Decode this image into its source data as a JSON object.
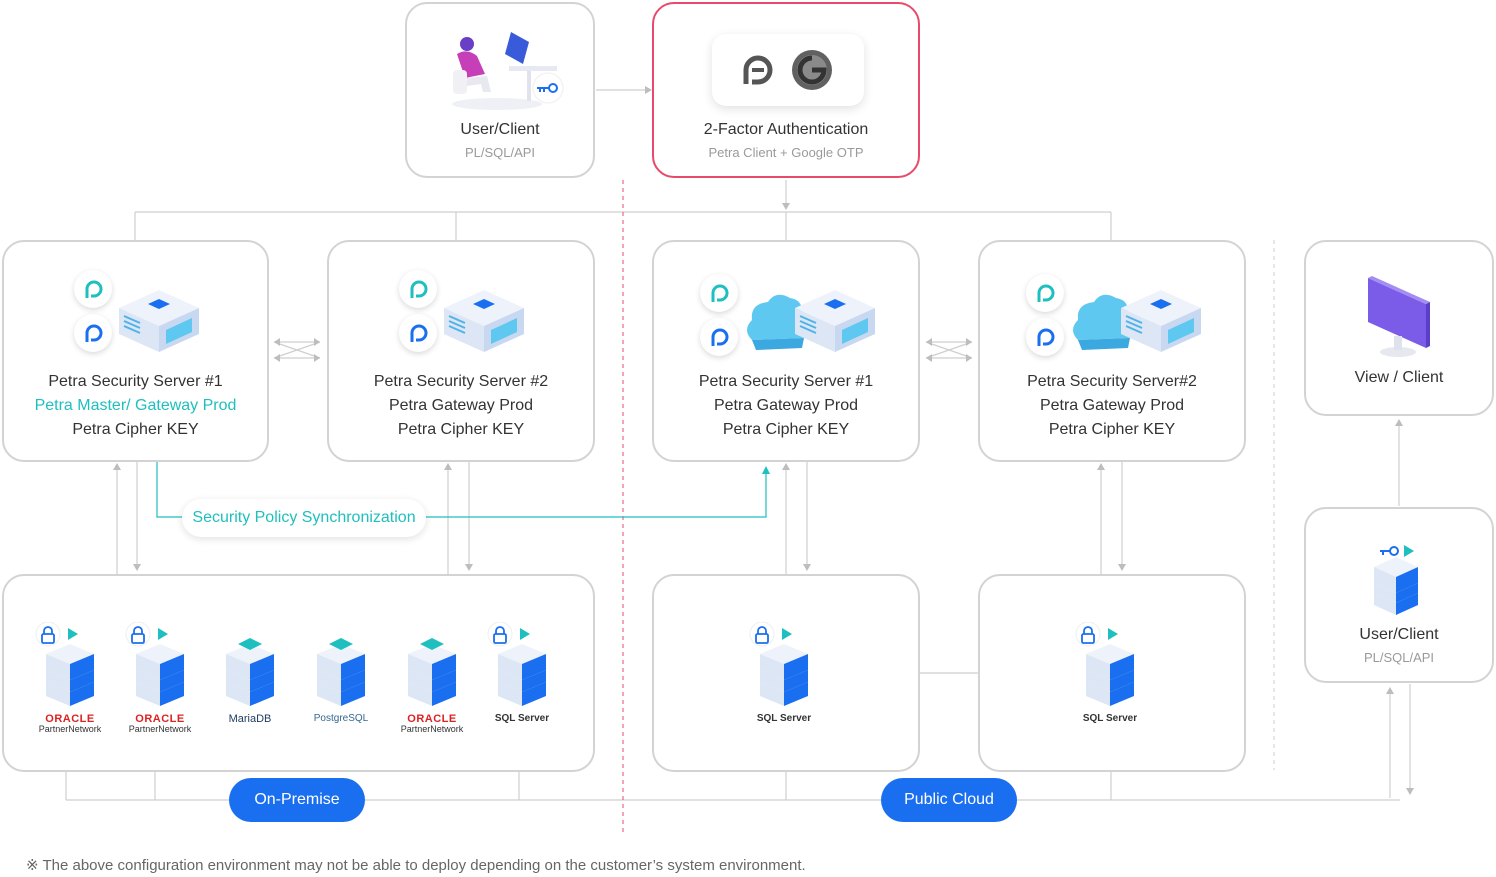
{
  "top": {
    "user_client": {
      "title": "User/Client",
      "sub": "PL/SQL/API"
    },
    "two_factor": {
      "title": "2-Factor Authentication",
      "sub": "Petra Client + Google OTP"
    }
  },
  "onprem_servers": [
    {
      "l1": "Petra Security Server #1",
      "l2": "Petra Master/ Gateway Prod",
      "l3": "Petra Cipher KEY"
    },
    {
      "l1": "Petra Security Server #2",
      "l2": "Petra Gateway Prod",
      "l3": "Petra Cipher KEY"
    }
  ],
  "cloud_servers": [
    {
      "l1": "Petra Security Server #1",
      "l2": "Petra Gateway Prod",
      "l3": "Petra Cipher KEY"
    },
    {
      "l1": "Petra Security Server#2",
      "l2": "Petra Gateway Prod",
      "l3": "Petra Cipher KEY"
    }
  ],
  "view_client": {
    "title": "View / Client"
  },
  "right_client": {
    "title": "User/Client",
    "sub": "PL/SQL/API"
  },
  "sync_label": "Security Policy Synchronization",
  "db_brands": {
    "oracle": "ORACLE",
    "oracle_sub": "PartnerNetwork",
    "mariadb": "MariaDB",
    "postgres": "PostgreSQL",
    "sqlserver": "SQL Server"
  },
  "pills": {
    "onprem": "On-Premise",
    "cloud": "Public Cloud"
  },
  "note": "※ The above configuration environment may not be able to deploy depending on the customer’s system environment.",
  "colors": {
    "accent_blue": "#1a6ff0",
    "teal": "#1fbfbf",
    "red_border": "#e84a6b"
  }
}
